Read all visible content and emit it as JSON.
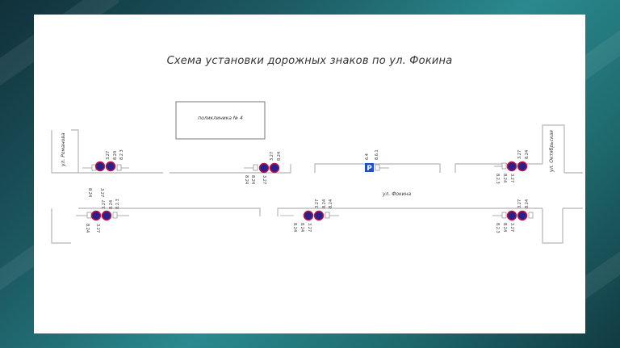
{
  "title": "Схема установки дорожных знаков по ул. Фокина",
  "building_label": "поликлиника № 4",
  "streets": {
    "left": "ул. Романова",
    "right": "ул. Октябрьская",
    "main": "ул. Фокина"
  },
  "sign_codes": {
    "s327": "3.27",
    "s824": "8.24",
    "s823": "8.2.3",
    "s824b": "8.24",
    "s827": "3.27",
    "s64": "6.4",
    "s861": "8.6.1",
    "parking_glyph": "P"
  },
  "colors": {
    "no_stopping": "#2a1f8f",
    "no_stopping_rim": "#c0143c",
    "parking": "#1f4fbf",
    "road_line": "#b5b5b5"
  }
}
